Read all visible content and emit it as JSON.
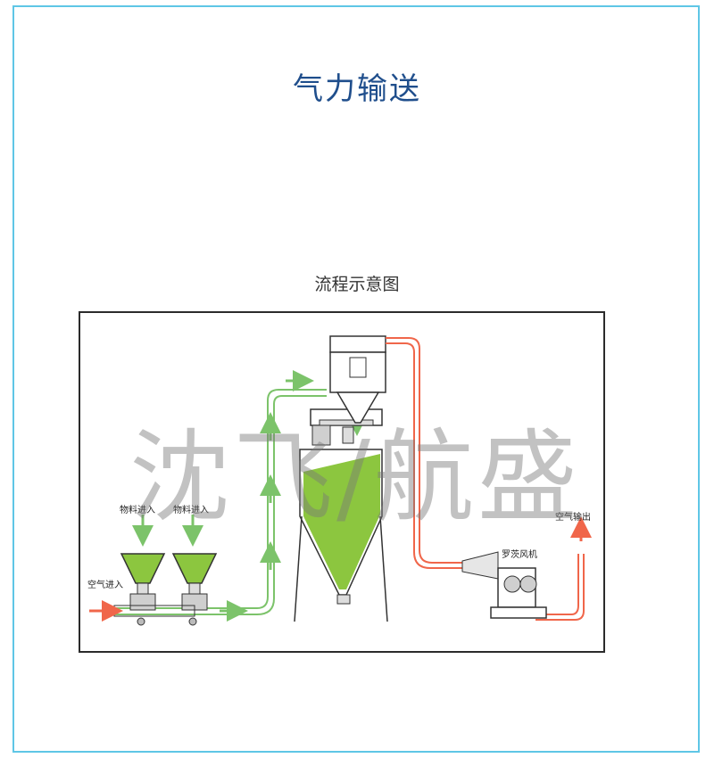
{
  "page": {
    "title": "气力输送"
  },
  "diagram": {
    "caption": "流程示意图",
    "labels": {
      "material_in_1": "物料进入",
      "material_in_2": "物料进入",
      "air_in": "空气进入",
      "air_out": "空气输出",
      "blower": "罗茨风机"
    },
    "colors": {
      "conveying_pipe": "#7cc36a",
      "air_pipe": "#f0664a",
      "material_fill": "#8cc63f",
      "outline": "#333333"
    }
  },
  "watermark": "沈飞/航盛"
}
